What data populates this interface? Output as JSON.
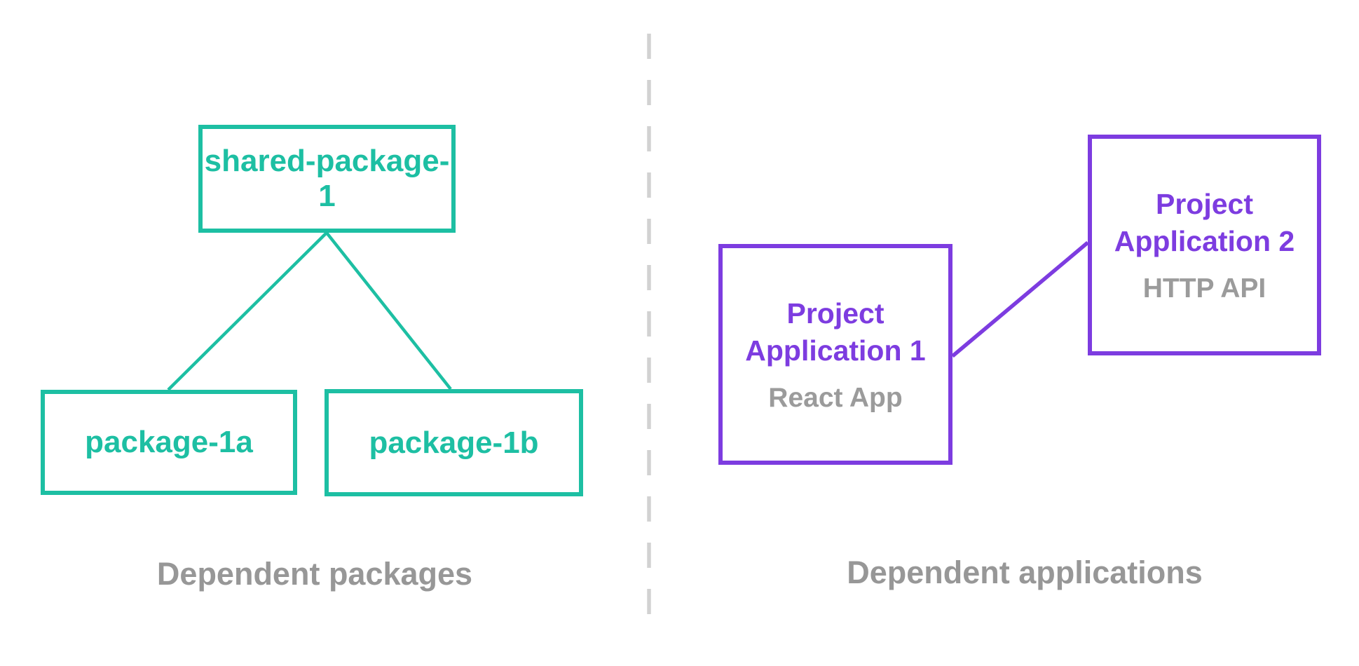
{
  "colors": {
    "teal": "#1dbfa3",
    "purple": "#7d3ce0",
    "caption_gray": "#979797",
    "subtitle_gray": "#9b9b9b",
    "divider_gray": "#d2d2d2",
    "background": "#ffffff"
  },
  "left_panel": {
    "caption": "Dependent packages",
    "nodes": {
      "shared": {
        "label": "shared-package-1"
      },
      "pkg1a": {
        "label": "package-1a"
      },
      "pkg1b": {
        "label": "package-1b"
      }
    }
  },
  "right_panel": {
    "caption": "Dependent applications",
    "nodes": {
      "app1": {
        "title_line1": "Project",
        "title_line2": "Application 1",
        "subtitle": "React App"
      },
      "app2": {
        "title_line1": "Project",
        "title_line2": "Application 2",
        "subtitle": "HTTP API"
      }
    }
  }
}
